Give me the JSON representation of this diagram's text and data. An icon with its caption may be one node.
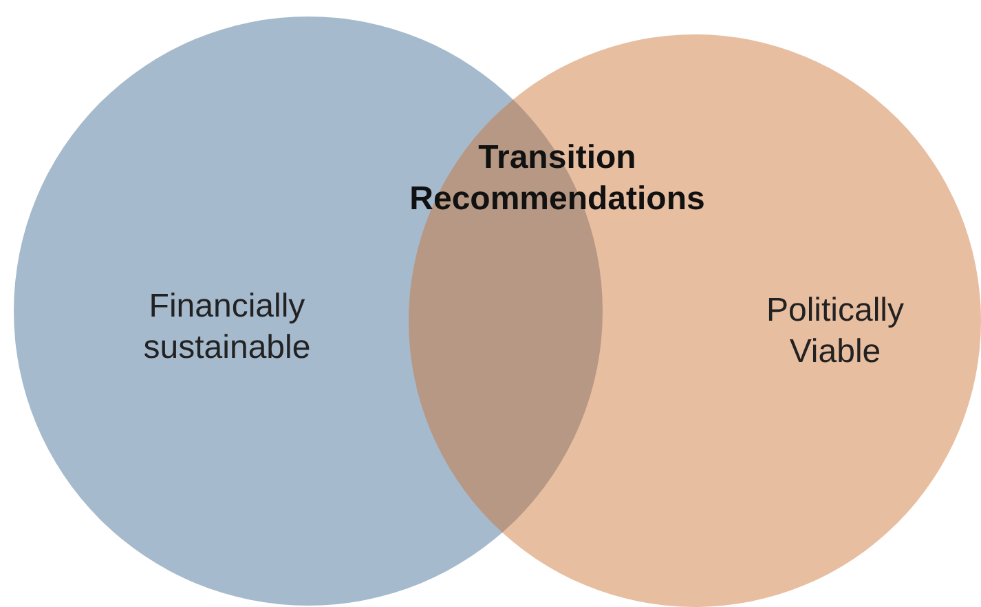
{
  "diagram": {
    "nodes": [
      {
        "text": [
          "Financially sustainable"
        ]
      },
      {
        "text": [
          "Politically Viable"
        ]
      }
    ],
    "edges": [],
    "labels": [
      "Transition Recommendations"
    ]
  }
}
